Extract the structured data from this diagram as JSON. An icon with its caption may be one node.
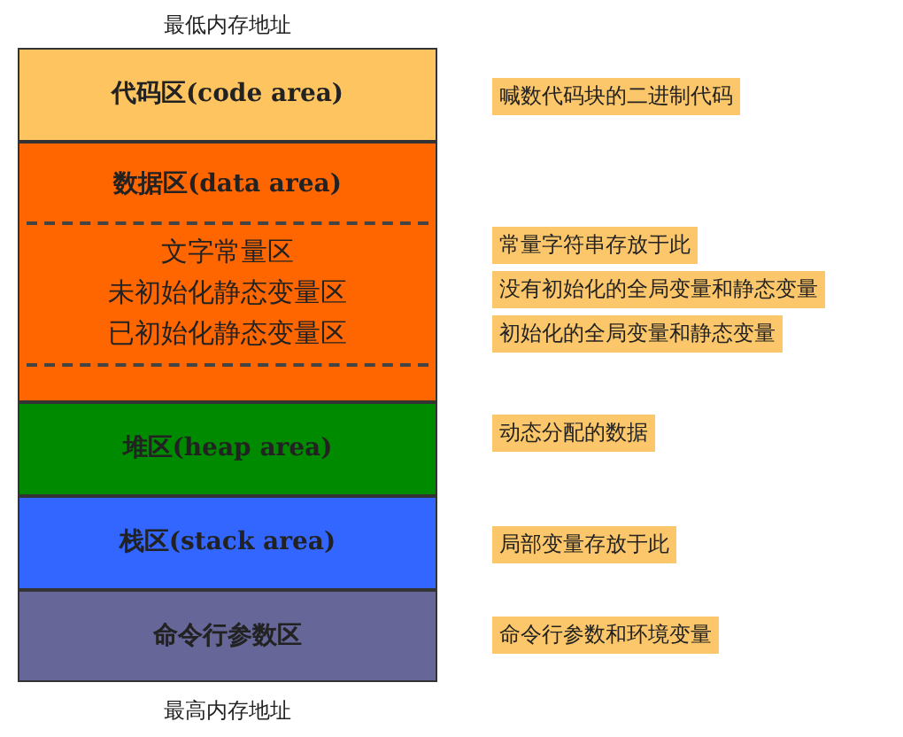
{
  "diagram": {
    "nodes": [
      {
        "text": [
          "代码区(code area)"
        ]
      },
      {
        "text": [
          "数据区(data area)"
        ]
      },
      {
        "text": [
          "文字常量区",
          "未初始化静态变量区",
          "已初始化静态变量区"
        ],
        "in": 1
      },
      {
        "text": [
          "堆区(heap area)"
        ]
      },
      {
        "text": [
          "栈区(stack area)"
        ]
      },
      {
        "text": [
          "命令行参数区"
        ]
      },
      {
        "text": [
          "喊数代码块的二进制代码"
        ]
      },
      {
        "text": [
          "常量字符串存放于此"
        ]
      },
      {
        "text": [
          "没有初始化的全局变量和静态变量"
        ]
      },
      {
        "text": [
          "初始化的全局变量和静态变量"
        ]
      },
      {
        "text": [
          "动态分配的数据"
        ]
      },
      {
        "text": [
          "局部变量存放于此"
        ]
      },
      {
        "text": [
          "命令行参数和环境变量"
        ]
      }
    ],
    "edges": [],
    "labels": [
      "最低内存地址",
      "最高内存地址"
    ]
  }
}
